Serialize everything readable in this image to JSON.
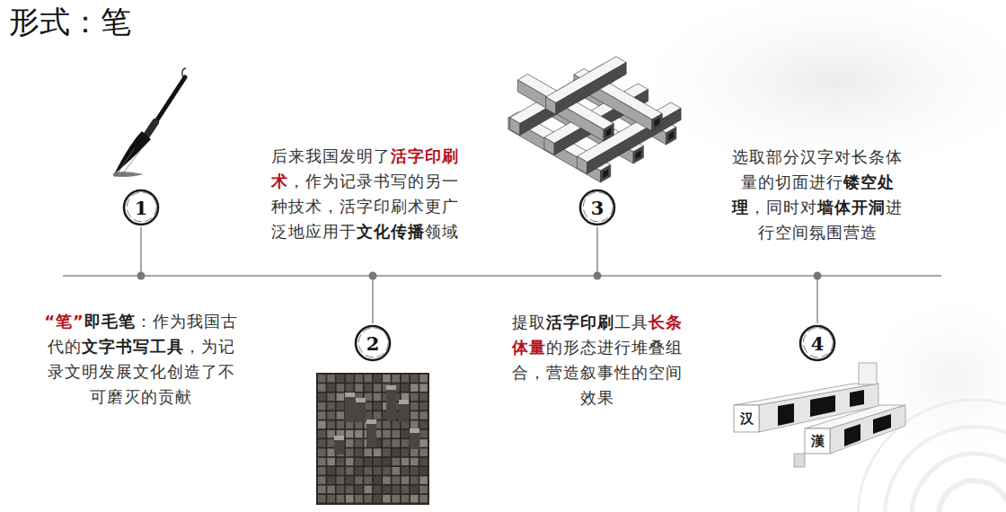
{
  "diagram": {
    "title": "形式：笔",
    "nodes": [
      {
        "text": [
          "1"
        ]
      },
      {
        "text": [
          "2"
        ]
      },
      {
        "text": [
          "3"
        ]
      },
      {
        "text": [
          "4"
        ]
      }
    ],
    "labels": [
      "“笔”即毛笔：作为我国古代的文字书写工具，为记录文明发展文化创造了不可磨灭的贡献",
      "后来我国发明了活字印刷术，作为记录书写的另一种技术，活字印刷术更广泛地应用于文化传播领域",
      "提取活字印刷工具长条体量的形态进行堆叠组合，营造叙事性的空间效果",
      "选取部分汉字对长条体量的切面进行镂空处理，同时对墙体开洞进行空间氛围营造",
      "汉",
      "漢"
    ]
  }
}
